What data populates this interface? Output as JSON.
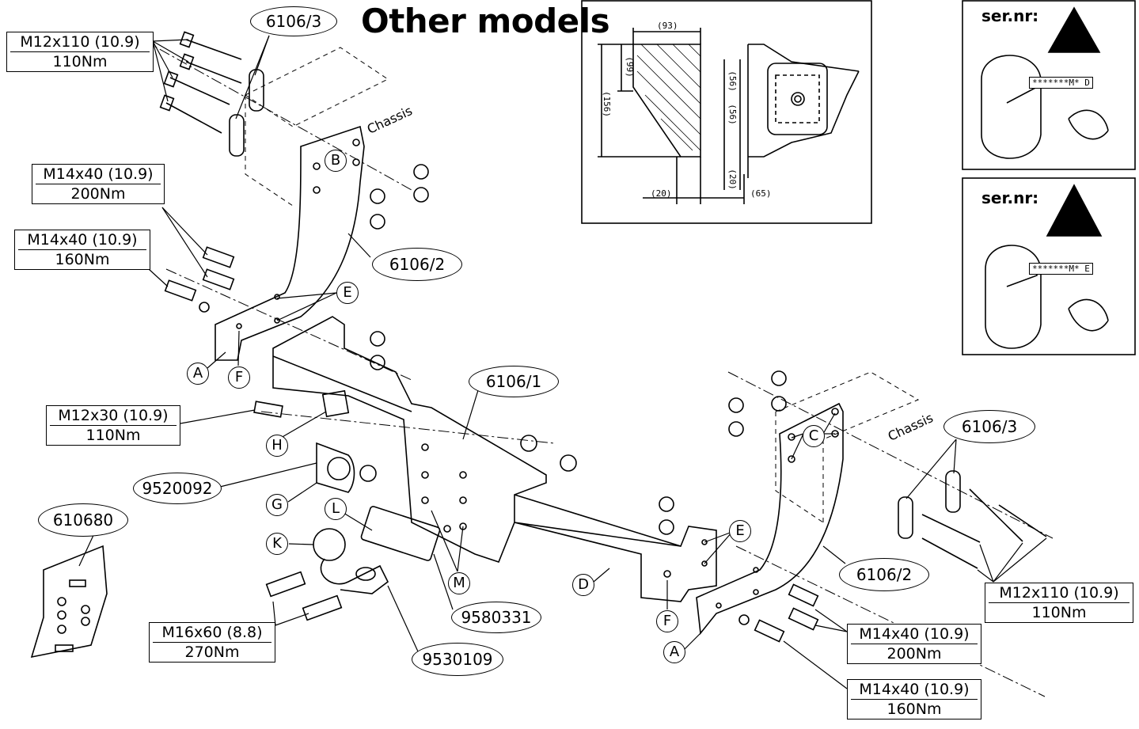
{
  "title": "Other models",
  "bolt_specs": {
    "b1": {
      "size": "M12x110 (10.9)",
      "torque": "110Nm"
    },
    "b2": {
      "size": "M14x40 (10.9)",
      "torque": "200Nm"
    },
    "b3": {
      "size": "M14x40 (10.9)",
      "torque": "160Nm"
    },
    "b4": {
      "size": "M12x30 (10.9)",
      "torque": "110Nm"
    },
    "b5": {
      "size": "M16x60 (8.8)",
      "torque": "270Nm"
    },
    "b6": {
      "size": "M12x110 (10.9)",
      "torque": "110Nm"
    },
    "b7": {
      "size": "M14x40 (10.9)",
      "torque": "200Nm"
    },
    "b8": {
      "size": "M14x40 (10.9)",
      "torque": "160Nm"
    }
  },
  "part_numbers": {
    "p1": "6106/3",
    "p2": "6106/2",
    "p3": "6106/1",
    "p4": "9520092",
    "p5": "610680",
    "p6": "9580331",
    "p7": "9530109",
    "p8": "6106/3",
    "p9": "6106/2"
  },
  "letters": {
    "B": "B",
    "E1": "E",
    "A1": "A",
    "F1": "F",
    "H": "H",
    "G": "G",
    "L": "L",
    "K": "K",
    "M": "M",
    "D": "D",
    "F2": "F",
    "A2": "A",
    "E2": "E",
    "C": "C"
  },
  "chassis_label": "Chassis",
  "dimensions": {
    "d93": "(93)",
    "d99": "(99)",
    "d156": "(156)",
    "d56a": "(56)",
    "d56b": "(56)",
    "d20v": "(20)",
    "d20h": "(20)",
    "d65": "(65)"
  },
  "serial_panels": {
    "label": "ser.nr:",
    "code_d": "*******M* D",
    "code_e": "*******M* E"
  }
}
